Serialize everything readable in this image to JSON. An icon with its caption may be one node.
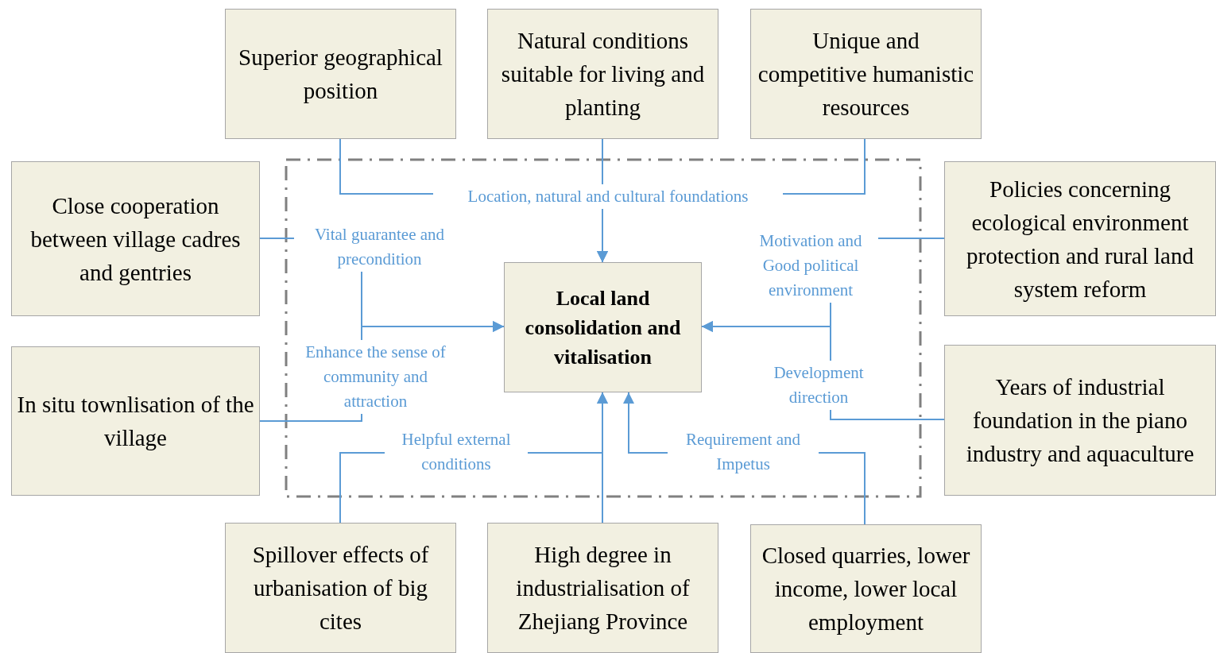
{
  "diagram": {
    "nodes": [
      {
        "text": [
          "Superior geographical position"
        ]
      },
      {
        "text": [
          "Natural conditions suitable for living and planting"
        ]
      },
      {
        "text": [
          "Unique and competitive humanistic resources"
        ]
      },
      {
        "text": [
          "Close cooperation between village cadres and gentries"
        ]
      },
      {
        "text": [
          "Policies concerning ecological environment protection and rural land system reform"
        ]
      },
      {
        "text": [
          "Local land consolidation and vitalisation"
        ]
      },
      {
        "text": [
          "In situ townlisation of the village"
        ]
      },
      {
        "text": [
          "Years of industrial foundation in the piano industry and aquaculture"
        ]
      },
      {
        "text": [
          "Spillover effects of urbanisation of big cites"
        ]
      },
      {
        "text": [
          "High degree in industrialisation of Zhejiang Province"
        ]
      },
      {
        "text": [
          "Closed quarries, lower income, lower local employment"
        ]
      }
    ],
    "edges": [
      {
        "from": 0,
        "to": 5,
        "arrow": "to"
      },
      {
        "from": 1,
        "to": 5,
        "arrow": "to",
        "label": "Location, natural and cultural foundations"
      },
      {
        "from": 2,
        "to": 5,
        "arrow": "to"
      },
      {
        "from": 3,
        "to": 5,
        "arrow": "to",
        "label": "Vital guarantee and precondition"
      },
      {
        "from": 6,
        "to": 5,
        "arrow": "to",
        "label": "Enhance the sense of community and attraction"
      },
      {
        "from": 4,
        "to": 5,
        "arrow": "to",
        "label": "Motivation and Good political environment"
      },
      {
        "from": 7,
        "to": 5,
        "arrow": "to",
        "label": "Development direction"
      },
      {
        "from": 8,
        "to": 5,
        "arrow": "to",
        "label": "Helpful external conditions"
      },
      {
        "from": 9,
        "to": 5,
        "arrow": "to"
      },
      {
        "from": 10,
        "to": 5,
        "arrow": "to",
        "label": "Requirement and Impetus"
      }
    ]
  }
}
